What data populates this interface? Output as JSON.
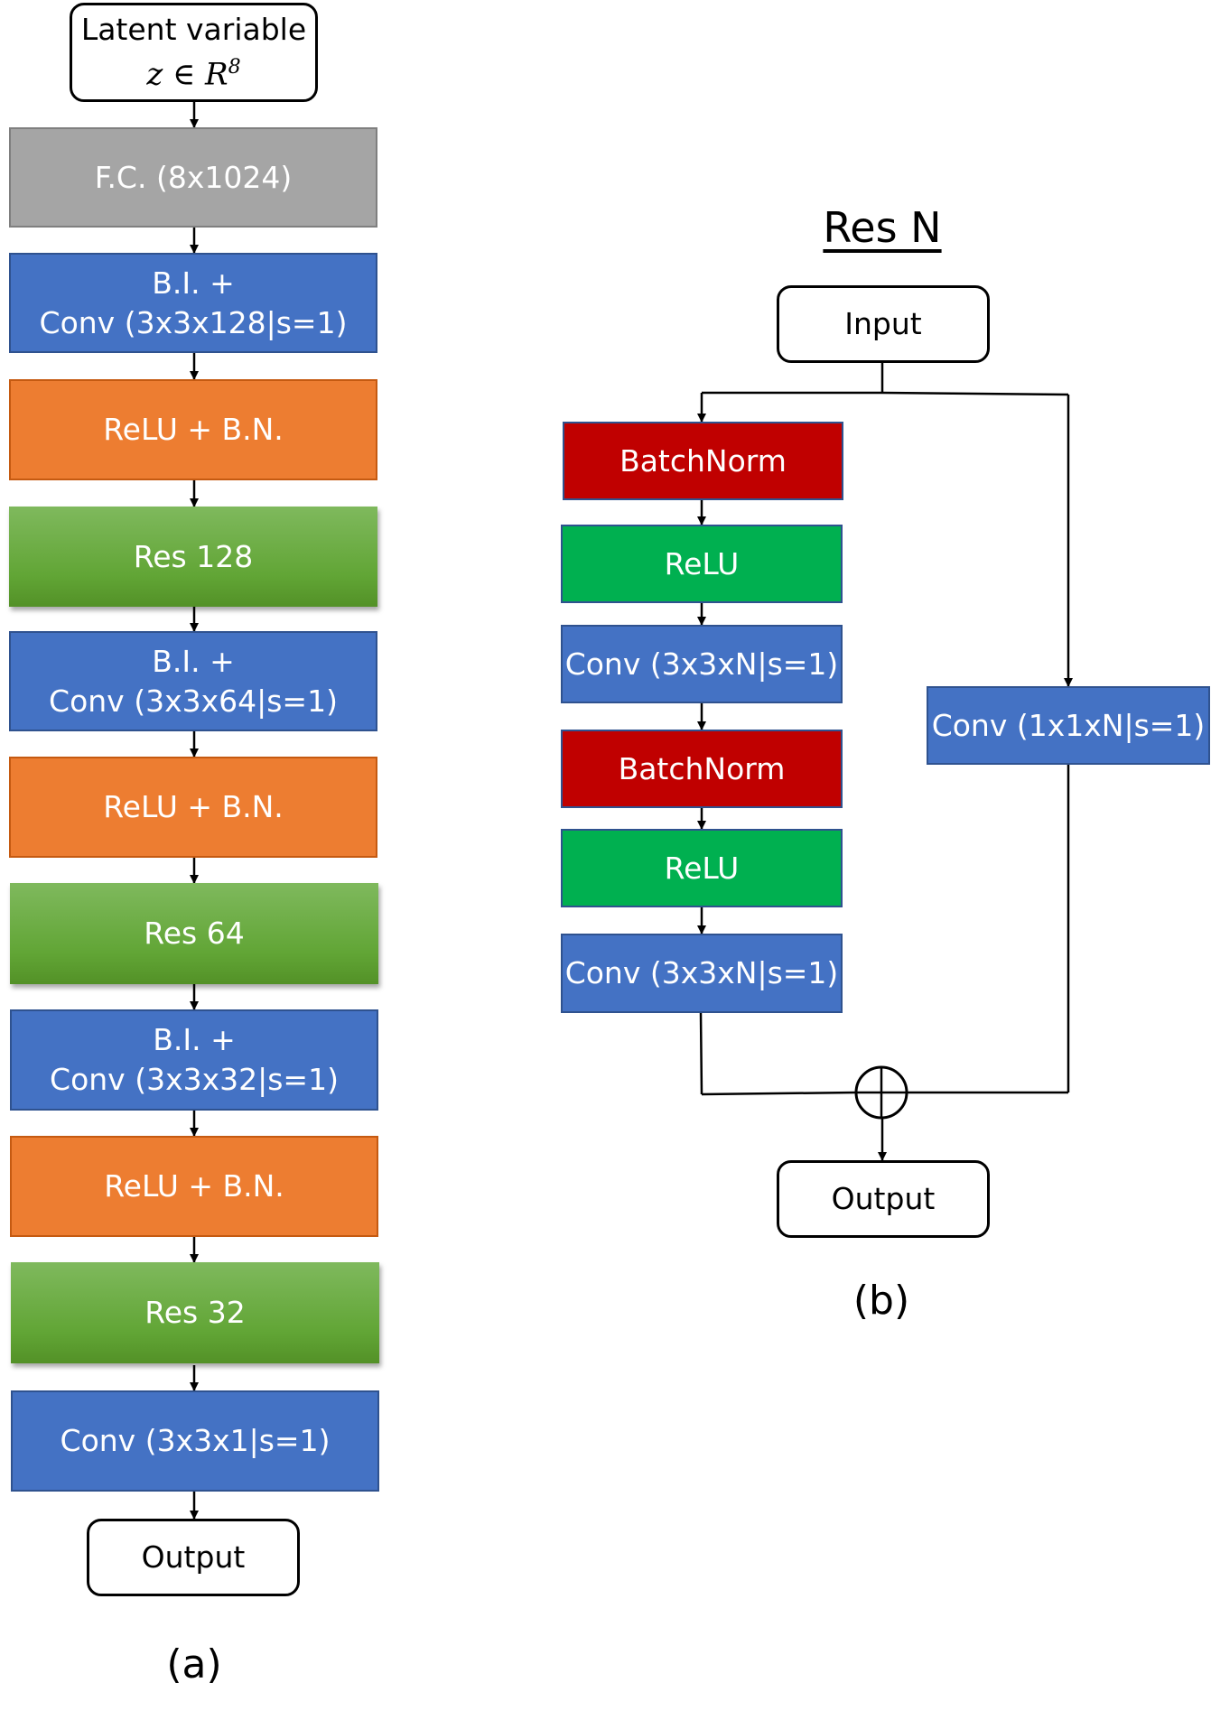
{
  "panel_a": {
    "input_label": "Latent variable",
    "input_math": "z ∈ R",
    "input_sup": "8",
    "fc": "F.C. (8x1024)",
    "bi1_a": "B.I. +",
    "bi1_b": "Conv (3x3x128|s=1)",
    "relu1": "ReLU + B.N.",
    "res1": "Res 128",
    "bi2_a": "B.I. +",
    "bi2_b": "Conv (3x3x64|s=1)",
    "relu2": "ReLU + B.N.",
    "res2": "Res 64",
    "bi3_a": "B.I. +",
    "bi3_b": "Conv (3x3x32|s=1)",
    "relu3": "ReLU + B.N.",
    "res3": "Res 32",
    "conv_final": "Conv (3x3x1|s=1)",
    "output": "Output",
    "caption": "(a)"
  },
  "panel_b": {
    "title": "Res N",
    "input": "Input",
    "bn1": "BatchNorm",
    "relu1": "ReLU",
    "conv1": "Conv (3x3xN|s=1)",
    "bn2": "BatchNorm",
    "relu2": "ReLU",
    "conv2": "Conv (3x3xN|s=1)",
    "shortcut": "Conv (1x1xN|s=1)",
    "output": "Output",
    "caption": "(b)"
  },
  "colors": {
    "fc_gray": "#a5a5a5",
    "conv_blue": "#4472c4",
    "relu_bn_orange": "#ed7d31",
    "res_green": "#61a535",
    "batchnorm_red": "#c00000",
    "relu_green": "#00b050"
  }
}
